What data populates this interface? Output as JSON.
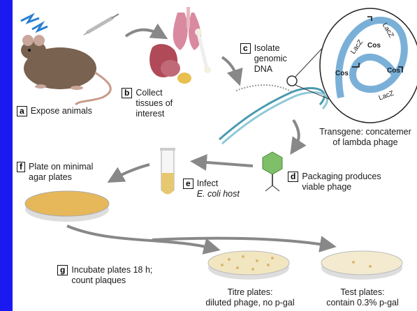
{
  "steps": {
    "a": {
      "letter": "a",
      "text": "Expose animals"
    },
    "b": {
      "letter": "b",
      "line1": "Collect",
      "line2": "tissues of",
      "line3": "interest"
    },
    "c": {
      "letter": "c",
      "line1": "Isolate",
      "line2": "genomic",
      "line3": "DNA"
    },
    "d": {
      "letter": "d",
      "line1": "Packaging produces",
      "line2": "viable phage"
    },
    "e": {
      "letter": "e",
      "line1": "Infect",
      "line2": "E. coli host"
    },
    "f": {
      "letter": "f",
      "line1": "Plate on minimal",
      "line2": "agar plates"
    },
    "g": {
      "letter": "g",
      "line1": "Incubate plates 18 h;",
      "line2": "count plaques"
    }
  },
  "transgene": {
    "line1": "Transgene: concatemer",
    "line2": "of lambda phage"
  },
  "inset_labels": {
    "lacz": "LacZ",
    "cos": "Cos"
  },
  "titre": {
    "line1": "Titre plates:",
    "line2": "diluted phage, no p-gal"
  },
  "test": {
    "line1": "Test plates:",
    "line2": "contain 0.3% p-gal"
  },
  "colors": {
    "frame": "#1a1af0",
    "phage": "#7fbf6a",
    "plate": "#e6b85a",
    "dna": "#4a9ab0"
  }
}
